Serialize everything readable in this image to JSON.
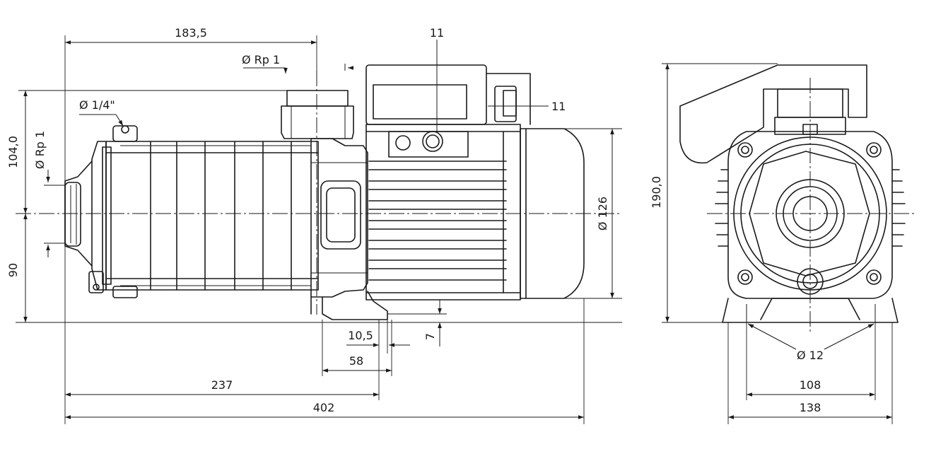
{
  "diagram": {
    "title": "Pump dimension drawing",
    "side_view": {
      "dim_top_length": "183,5",
      "inlet_label": "Ø Rp 1",
      "vent_label": "Ø 1/4\"",
      "height_above_axis": "104,0",
      "outlet_label": "Ø Rp 1",
      "height_below_axis": "90",
      "motor_diameter": "Ø 126",
      "cable_gland_top": "11",
      "cable_gland_side": "11",
      "foot_offset": "10,5",
      "foot_width": "58",
      "foot_height": "7",
      "foot_position": "237",
      "overall_length": "402"
    },
    "front_view": {
      "overall_height": "190,0",
      "hole_diameter": "Ø 12",
      "hole_spacing": "108",
      "base_width": "138"
    }
  }
}
